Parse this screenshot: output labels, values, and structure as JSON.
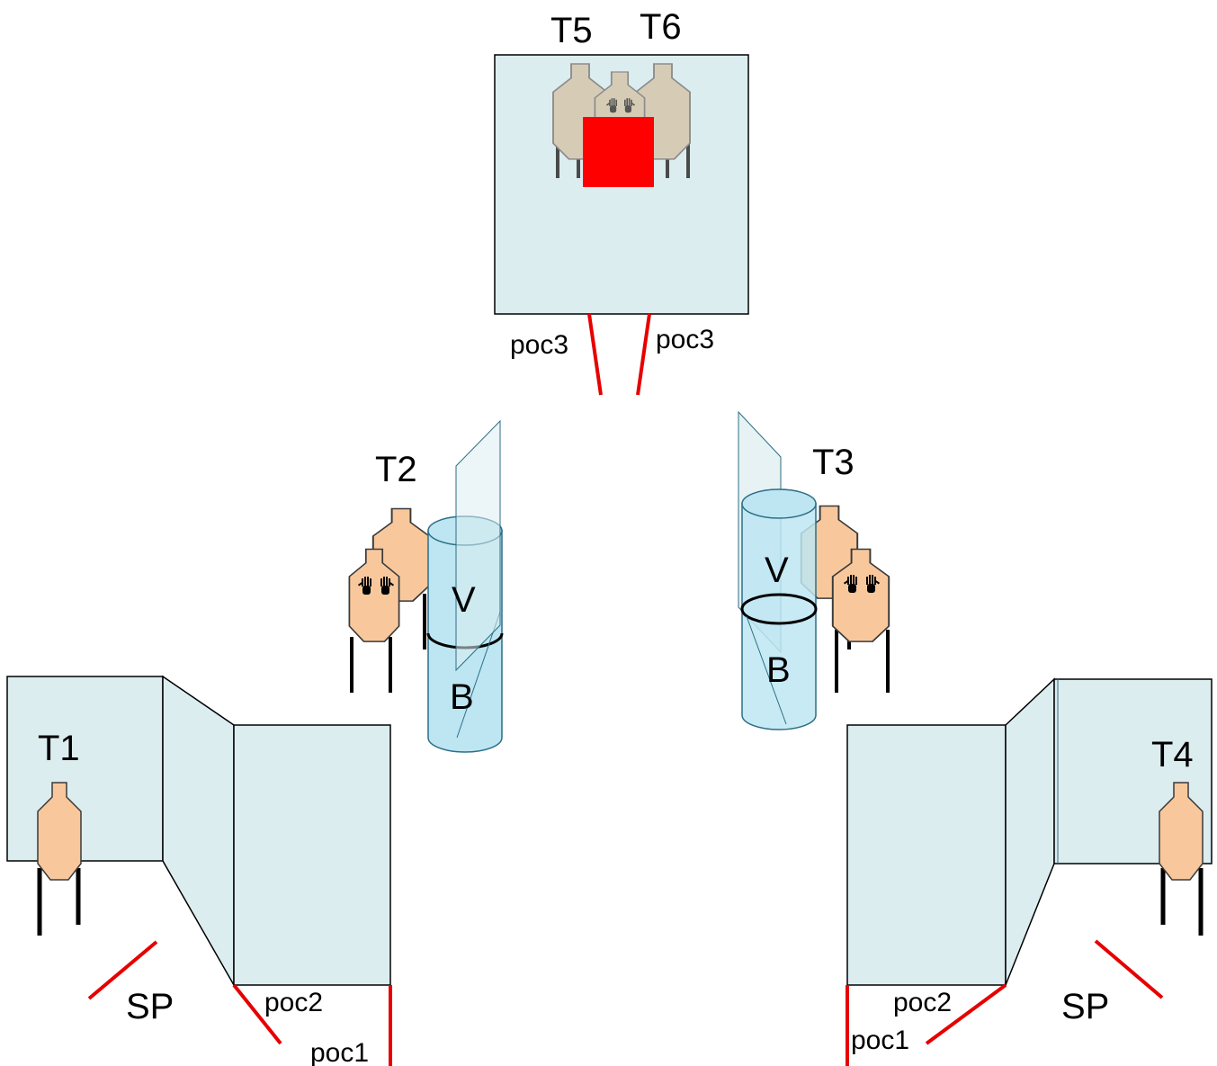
{
  "colors": {
    "wall_fill": "#dcedf0",
    "wall_stroke": "#000000",
    "target_fill": "#f8c89c",
    "target_stroke": "#3a3a3a",
    "noshoot_fill": "#d6ccb6",
    "noshoot_stroke": "#8c8c8c",
    "barrel_fill": "#bde6f2",
    "barrel_stroke": "#2c6f86",
    "fault_line": "#e60000",
    "noshoot_box": "#ff0000",
    "legs": "#000000",
    "legs_gray": "#4a4a4a"
  },
  "icons": [
    "target-silhouette-icon",
    "hands-up-icon",
    "barrel-icon",
    "fault-line-icon"
  ],
  "labels": {
    "t1": "T1",
    "t2": "T2",
    "t3": "T3",
    "t4": "T4",
    "t5": "T5",
    "t6": "T6",
    "sp_left": "SP",
    "sp_right": "SP",
    "v_left": "V",
    "b_left": "B",
    "v_right": "V",
    "b_right": "B",
    "poc1_left": "poc1",
    "poc2_left": "poc2",
    "poc1_right": "poc1",
    "poc2_right": "poc2",
    "poc3_left": "poc3",
    "poc3_right": "poc3"
  }
}
